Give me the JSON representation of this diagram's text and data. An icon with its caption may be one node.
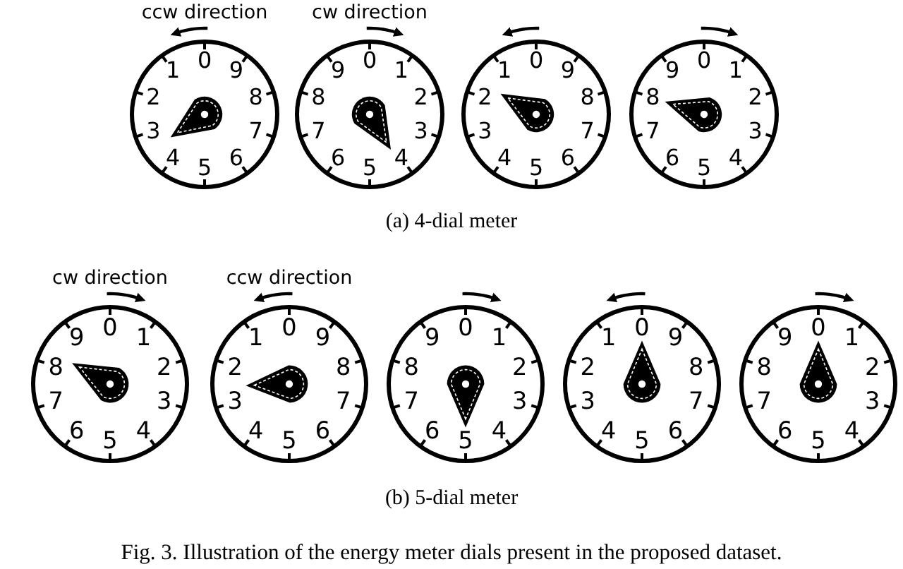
{
  "diagram": {
    "caption": "Fig. 3. Illustration of the energy meter dials present in the proposed dataset.",
    "nodes": [
      {
        "text": [
          "0",
          "9",
          "8",
          "7",
          "6",
          "5",
          "4",
          "3",
          "2",
          "1"
        ],
        "beside": [
          "ccw direction"
        ]
      },
      {
        "text": [
          "0",
          "1",
          "2",
          "3",
          "4",
          "5",
          "6",
          "7",
          "8",
          "9"
        ],
        "beside": [
          "cw direction"
        ]
      },
      {
        "text": [
          "0",
          "9",
          "8",
          "7",
          "6",
          "5",
          "4",
          "3",
          "2",
          "1"
        ]
      },
      {
        "text": [
          "0",
          "1",
          "2",
          "3",
          "4",
          "5",
          "6",
          "7",
          "8",
          "9"
        ]
      },
      {
        "text": [
          "0",
          "1",
          "2",
          "3",
          "4",
          "5",
          "6",
          "7",
          "8",
          "9"
        ],
        "beside": [
          "cw direction"
        ]
      },
      {
        "text": [
          "0",
          "9",
          "8",
          "7",
          "6",
          "5",
          "4",
          "3",
          "2",
          "1"
        ],
        "beside": [
          "ccw direction"
        ]
      },
      {
        "text": [
          "0",
          "1",
          "2",
          "3",
          "4",
          "5",
          "6",
          "7",
          "8",
          "9"
        ]
      },
      {
        "text": [
          "0",
          "9",
          "8",
          "7",
          "6",
          "5",
          "4",
          "3",
          "2",
          "1"
        ]
      },
      {
        "text": [
          "0",
          "1",
          "2",
          "3",
          "4",
          "5",
          "6",
          "7",
          "8",
          "9"
        ]
      }
    ],
    "labels": [
      "(a) 4-dial meter",
      "(b) 5-dial meter"
    ]
  }
}
